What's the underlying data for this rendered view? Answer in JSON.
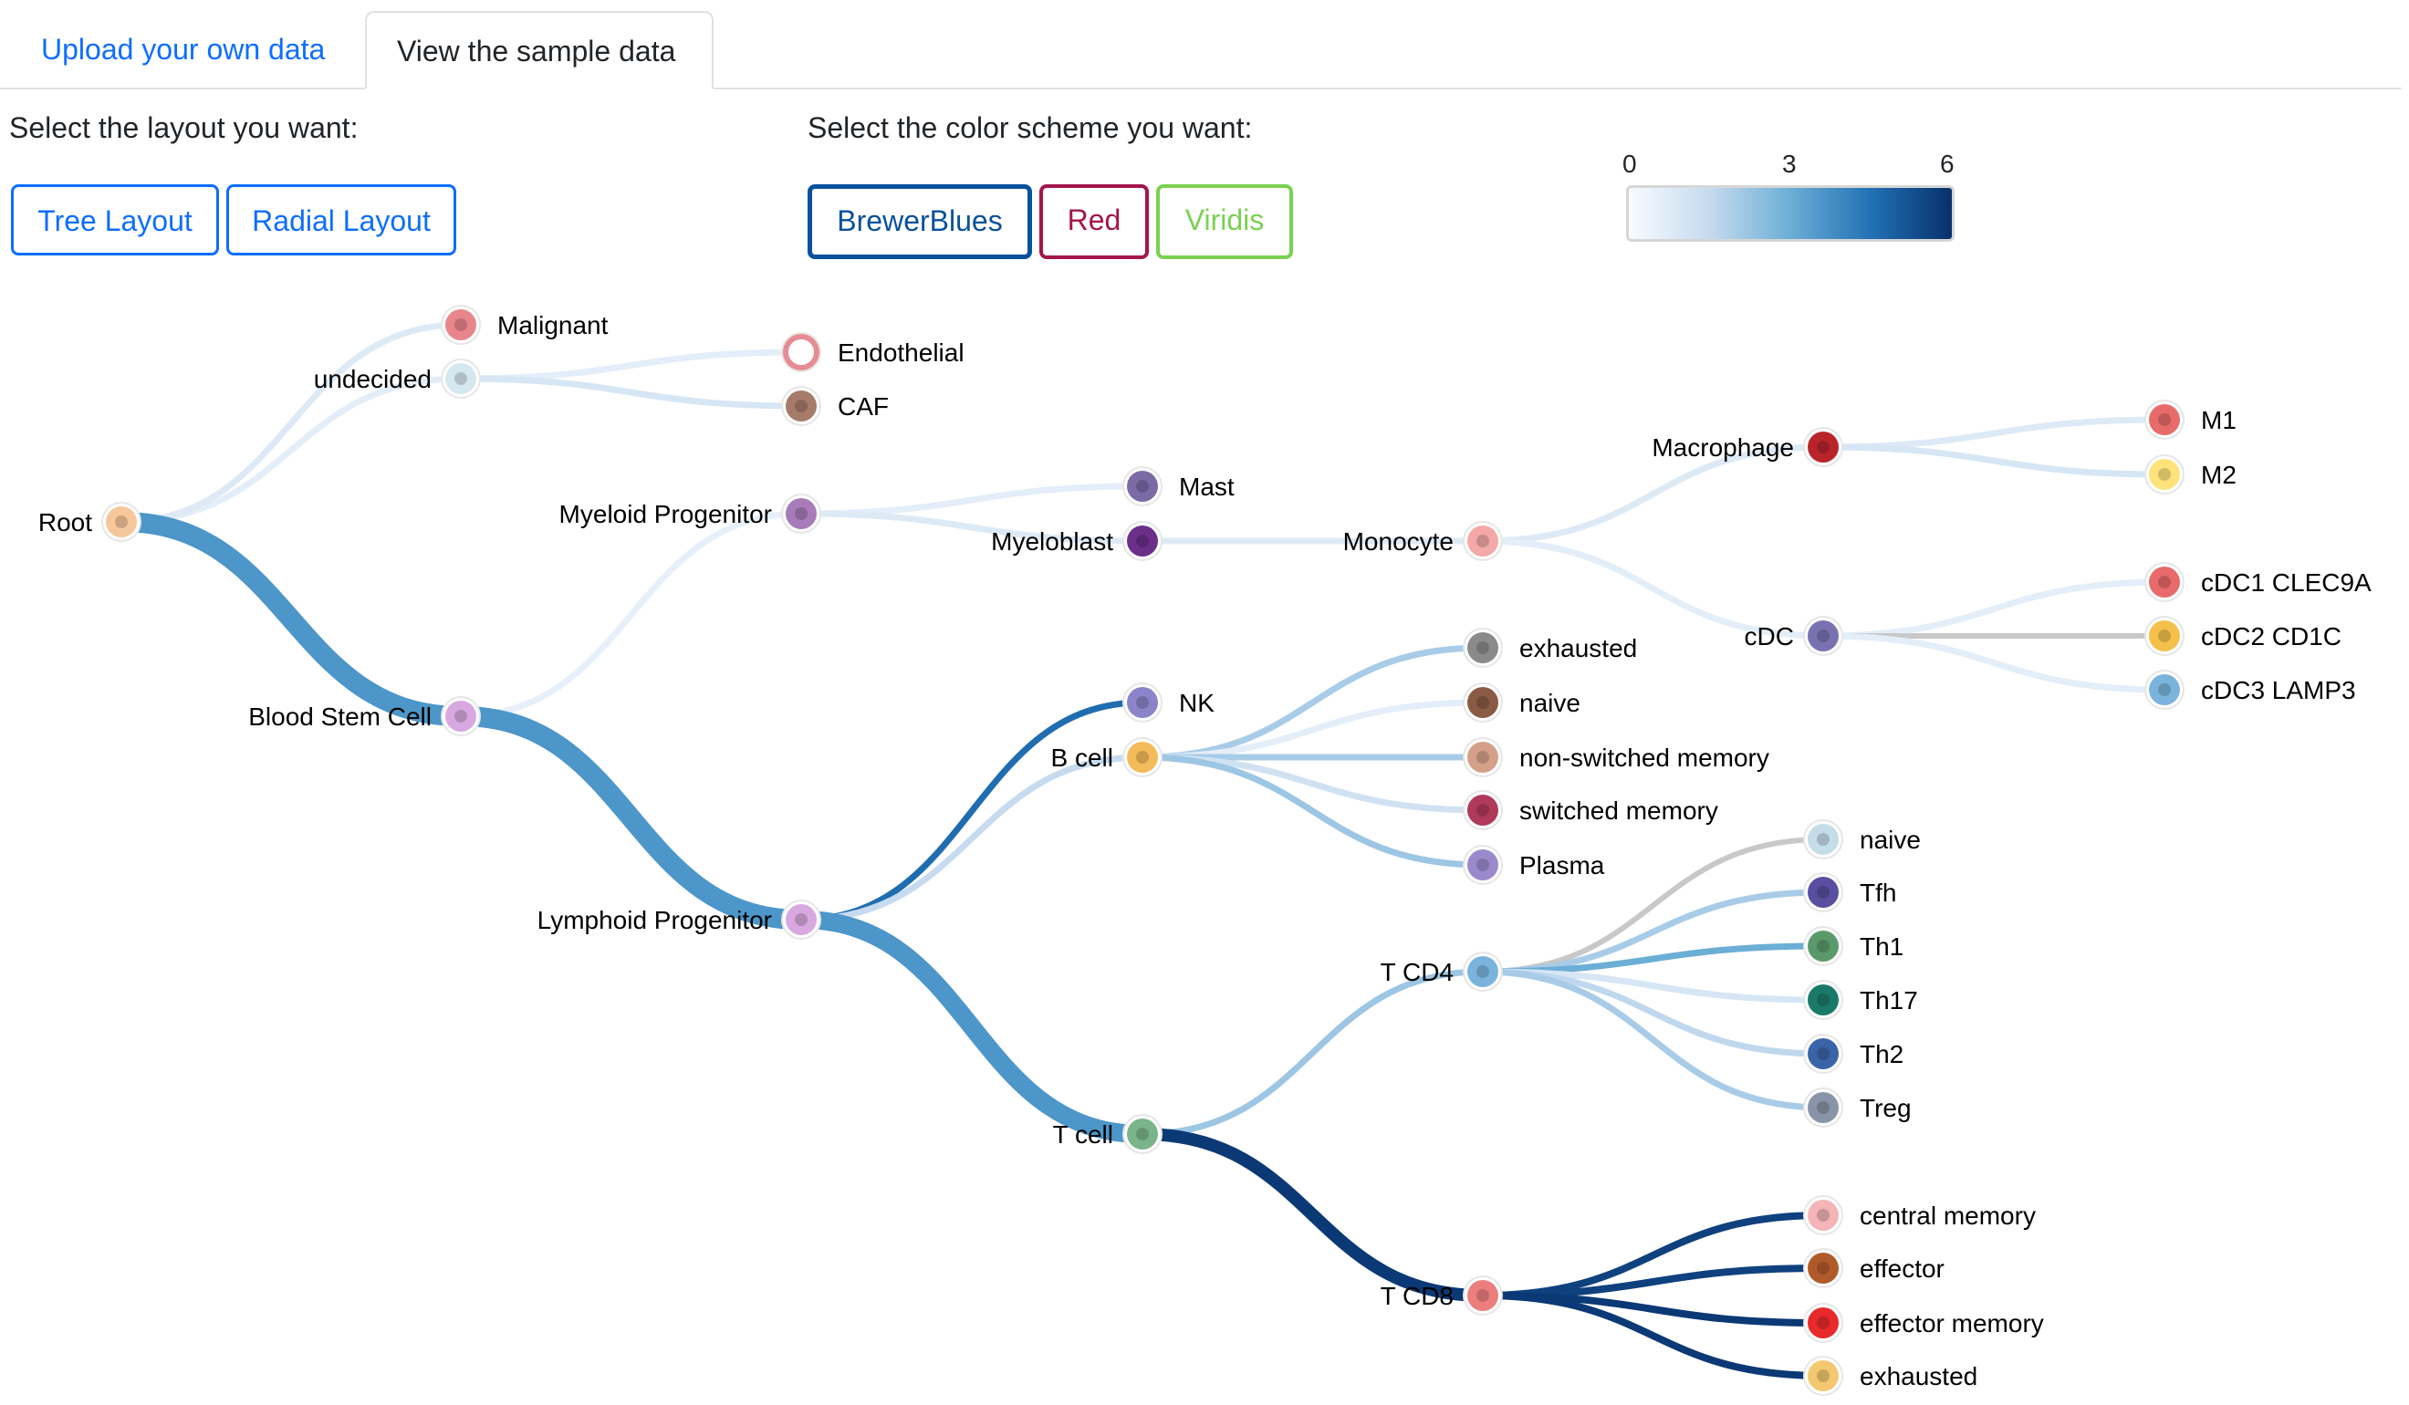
{
  "tabs": {
    "upload": "Upload your own data",
    "sample": "View the sample data"
  },
  "layout": {
    "prompt": "Select the layout you want:",
    "tree_button": "Tree Layout",
    "radial_button": "Radial Layout"
  },
  "color_scheme": {
    "prompt": "Select the color scheme you want:",
    "brewer_button": "BrewerBlues",
    "red_button": "Red",
    "viridis_button": "Viridis",
    "colors": {
      "brewer": "#08519c",
      "red": "#a5154a",
      "viridis": "#7ad151",
      "link": "#0d6efd"
    }
  },
  "legend": {
    "ticks": [
      "0",
      "3",
      "6"
    ],
    "colors": [
      "#f7fbff",
      "#c6dbef",
      "#6baed6",
      "#2171b5",
      "#08306b"
    ]
  },
  "tree": {
    "nodes": [
      {
        "id": "root",
        "label": "Root",
        "icon": "fibroblast-cell-icon",
        "fill": "#f6c79a"
      },
      {
        "id": "malignant",
        "label": "Malignant",
        "icon": "malignant-cell-icon",
        "fill": "#e8868c"
      },
      {
        "id": "undecided",
        "label": "undecided",
        "icon": "undecided-cell-icon",
        "fill": "#d6e8ef"
      },
      {
        "id": "endothelial",
        "label": "Endothelial",
        "icon": "endothelial-cell-icon",
        "fill": "#ffffff"
      },
      {
        "id": "caf",
        "label": "CAF",
        "icon": "caf-cell-icon",
        "fill": "#a67b6a"
      },
      {
        "id": "bsc",
        "label": "Blood Stem Cell",
        "icon": "stem-cell-icon",
        "fill": "#d8a8e0"
      },
      {
        "id": "myeloid",
        "label": "Myeloid Progenitor",
        "icon": "myeloid-progenitor-icon",
        "fill": "#a77cb8"
      },
      {
        "id": "mast",
        "label": "Mast",
        "icon": "mast-cell-icon",
        "fill": "#7a6aa6"
      },
      {
        "id": "myeloblast",
        "label": "Myeloblast",
        "icon": "myeloblast-cell-icon",
        "fill": "#6b2f8a"
      },
      {
        "id": "monocyte",
        "label": "Monocyte",
        "icon": "monocyte-cell-icon",
        "fill": "#f4a8a8"
      },
      {
        "id": "macrophage",
        "label": "Macrophage",
        "icon": "macrophage-cell-icon",
        "fill": "#b8242a"
      },
      {
        "id": "m1",
        "label": "M1",
        "icon": "m1-cell-icon",
        "fill": "#e86a6a"
      },
      {
        "id": "m2",
        "label": "M2",
        "icon": "m2-cell-icon",
        "fill": "#ffe37a"
      },
      {
        "id": "cdc",
        "label": "cDC",
        "icon": "dendritic-cell-icon",
        "fill": "#7a72b0"
      },
      {
        "id": "cdc1",
        "label": "cDC1 CLEC9A",
        "icon": "cdc1-cell-icon",
        "fill": "#e86a6a"
      },
      {
        "id": "cdc2",
        "label": "cDC2 CD1C",
        "icon": "cdc2-cell-icon",
        "fill": "#f4c04a"
      },
      {
        "id": "cdc3",
        "label": "cDC3 LAMP3",
        "icon": "cdc3-cell-icon",
        "fill": "#7ab4dc"
      },
      {
        "id": "lymphoid",
        "label": "Lymphoid Progenitor",
        "icon": "lymphoid-progenitor-icon",
        "fill": "#d8a8e0"
      },
      {
        "id": "nk",
        "label": "NK",
        "icon": "nk-cell-icon",
        "fill": "#8c84c8"
      },
      {
        "id": "bcell",
        "label": "B cell",
        "icon": "b-cell-icon",
        "fill": "#f4bb5a"
      },
      {
        "id": "exhausted_b",
        "label": "exhausted",
        "icon": "exhausted-b-cell-icon",
        "fill": "#8a8a8a"
      },
      {
        "id": "naive_b",
        "label": "naive",
        "icon": "naive-b-cell-icon",
        "fill": "#8a5a44"
      },
      {
        "id": "nonsw",
        "label": "non-switched memory",
        "icon": "non-switched-memory-icon",
        "fill": "#d4a08a"
      },
      {
        "id": "sw",
        "label": "switched memory",
        "icon": "switched-memory-icon",
        "fill": "#b03a5a"
      },
      {
        "id": "plasma",
        "label": "Plasma",
        "icon": "plasma-cell-icon",
        "fill": "#9a8acc"
      },
      {
        "id": "tcell",
        "label": "T cell",
        "icon": "t-cell-icon",
        "fill": "#7ab48a"
      },
      {
        "id": "tcd4",
        "label": "T CD4",
        "icon": "t-cd4-cell-icon",
        "fill": "#7ab4dc"
      },
      {
        "id": "naive_t",
        "label": "naive",
        "icon": "naive-t-cell-icon",
        "fill": "#c4dde8"
      },
      {
        "id": "tfh",
        "label": "Tfh",
        "icon": "tfh-cell-icon",
        "fill": "#5a4ea0"
      },
      {
        "id": "th1",
        "label": "Th1",
        "icon": "th1-cell-icon",
        "fill": "#5a9a6a"
      },
      {
        "id": "th17",
        "label": "Th17",
        "icon": "th17-cell-icon",
        "fill": "#1a7a6a"
      },
      {
        "id": "th2",
        "label": "Th2",
        "icon": "th2-cell-icon",
        "fill": "#3a64a8"
      },
      {
        "id": "treg",
        "label": "Treg",
        "icon": "treg-cell-icon",
        "fill": "#8a94a8"
      },
      {
        "id": "tcd8",
        "label": "T CD8",
        "icon": "t-cd8-cell-icon",
        "fill": "#ec7e7e"
      },
      {
        "id": "cm",
        "label": "central memory",
        "icon": "central-memory-cell-icon",
        "fill": "#f4b4b8"
      },
      {
        "id": "effector",
        "label": "effector",
        "icon": "effector-cell-icon",
        "fill": "#b05a2a"
      },
      {
        "id": "em",
        "label": "effector memory",
        "icon": "effector-memory-cell-icon",
        "fill": "#e82a2a"
      },
      {
        "id": "exhausted_t",
        "label": "exhausted",
        "icon": "exhausted-t-cell-icon",
        "fill": "#f4c870"
      }
    ],
    "links": [
      {
        "source": "root",
        "target": "undecided",
        "value": 0.6
      },
      {
        "source": "root",
        "target": "malignant",
        "value": 0.8
      },
      {
        "source": "root",
        "target": "bsc",
        "value": 3.6
      },
      {
        "source": "undecided",
        "target": "endothelial",
        "value": 0.6
      },
      {
        "source": "undecided",
        "target": "caf",
        "value": 1.0
      },
      {
        "source": "bsc",
        "target": "myeloid",
        "value": 0.5
      },
      {
        "source": "bsc",
        "target": "lymphoid",
        "value": 3.6
      },
      {
        "source": "myeloid",
        "target": "mast",
        "value": 0.6
      },
      {
        "source": "myeloid",
        "target": "myeloblast",
        "value": 0.8
      },
      {
        "source": "myeloblast",
        "target": "monocyte",
        "value": 0.8
      },
      {
        "source": "monocyte",
        "target": "macrophage",
        "value": 0.8
      },
      {
        "source": "monocyte",
        "target": "cdc",
        "value": 0.6
      },
      {
        "source": "macrophage",
        "target": "m1",
        "value": 0.8
      },
      {
        "source": "macrophage",
        "target": "m2",
        "value": 1.0
      },
      {
        "source": "cdc",
        "target": "cdc1",
        "value": 0.6
      },
      {
        "source": "cdc",
        "target": "cdc2",
        "value": -1
      },
      {
        "source": "cdc",
        "target": "cdc3",
        "value": 0.6
      },
      {
        "source": "lymphoid",
        "target": "nk",
        "value": 4.6
      },
      {
        "source": "lymphoid",
        "target": "bcell",
        "value": 1.5
      },
      {
        "source": "lymphoid",
        "target": "tcell",
        "value": 3.6
      },
      {
        "source": "bcell",
        "target": "exhausted_b",
        "value": 2.0
      },
      {
        "source": "bcell",
        "target": "naive_b",
        "value": 0.6
      },
      {
        "source": "bcell",
        "target": "nonsw",
        "value": 2.0
      },
      {
        "source": "bcell",
        "target": "sw",
        "value": 1.2
      },
      {
        "source": "bcell",
        "target": "plasma",
        "value": 2.2
      },
      {
        "source": "tcell",
        "target": "tcd4",
        "value": 2.2
      },
      {
        "source": "tcell",
        "target": "tcd8",
        "value": 5.8
      },
      {
        "source": "tcd4",
        "target": "naive_t",
        "value": -1
      },
      {
        "source": "tcd4",
        "target": "tfh",
        "value": 2.0
      },
      {
        "source": "tcd4",
        "target": "th1",
        "value": 3.0
      },
      {
        "source": "tcd4",
        "target": "th17",
        "value": 1.0
      },
      {
        "source": "tcd4",
        "target": "th2",
        "value": 1.6
      },
      {
        "source": "tcd4",
        "target": "treg",
        "value": 2.0
      },
      {
        "source": "tcd8",
        "target": "cm",
        "value": 5.6
      },
      {
        "source": "tcd8",
        "target": "effector",
        "value": 5.6
      },
      {
        "source": "tcd8",
        "target": "em",
        "value": 5.8
      },
      {
        "source": "tcd8",
        "target": "exhausted_t",
        "value": 5.8
      }
    ]
  }
}
